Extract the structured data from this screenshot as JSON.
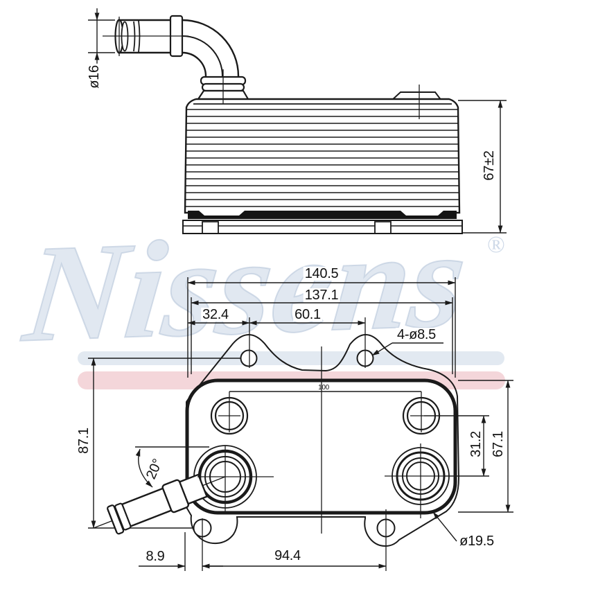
{
  "drawing": {
    "brand": "Nissens",
    "registered_mark": "®",
    "dimensions": {
      "pipe_diameter": "ø16",
      "stack_height": "67±2",
      "overall_width": "140.5",
      "inner_width": "137.1",
      "hole_offset_left": "32.4",
      "top_hole_spacing": "60.1",
      "mounting_holes": "4-ø8.5",
      "port_spacing": "100",
      "mounting_height": "87.1",
      "pipe_angle": "20°",
      "port_vertical_spacing": "31.2",
      "flange_height": "67.1",
      "bottom_edge_offset": "8.9",
      "bottom_hole_spacing": "94.4",
      "port_diameter": "ø19.5"
    },
    "colors": {
      "line": "#1a1a1a",
      "watermark_blue": "#c9d5e5",
      "watermark_pink": "#f3d4d8"
    }
  }
}
